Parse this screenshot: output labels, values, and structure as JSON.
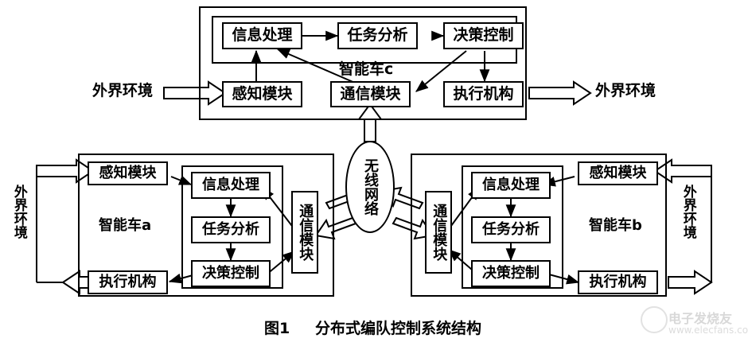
{
  "figure": {
    "caption_number": "图1",
    "caption_text": "分布式编队控制系统结构",
    "watermark": {
      "brand": "电子发烧友",
      "url": "www.elecfans.com"
    }
  },
  "labels": {
    "perception": "感知模块",
    "info_processing": "信息处理",
    "task_analysis": "任务分析",
    "decision_control": "决策控制",
    "communication": "通信模块",
    "actuator": "执行机构",
    "vehicle_a": "智能车a",
    "vehicle_b": "智能车b",
    "vehicle_c": "智能车c",
    "wireless_network": "无线网络",
    "external_env": "外界环境"
  },
  "vehicle_c": {
    "title": "智能车c",
    "nodes": {
      "info_processing": "信息处理",
      "task_analysis": "任务分析",
      "decision_control": "决策控制",
      "perception": "感知模块",
      "communication": "通信模块",
      "actuator": "执行机构"
    },
    "env_in": "外界环境",
    "env_out": "外界环境"
  },
  "vehicle_a": {
    "title": "智能车a",
    "nodes": {
      "perception": "感知模块",
      "info_processing": "信息处理",
      "task_analysis": "任务分析",
      "decision_control": "决策控制",
      "communication": "通信模块",
      "actuator": "执行机构"
    },
    "env": "外界环境"
  },
  "vehicle_b": {
    "title": "智能车b",
    "nodes": {
      "perception": "感知模块",
      "info_processing": "信息处理",
      "task_analysis": "任务分析",
      "decision_control": "决策控制",
      "communication": "通信模块",
      "actuator": "执行机构"
    },
    "env": "外界环境"
  },
  "network": {
    "label": "无线网络"
  },
  "colors": {
    "line": "#000000",
    "background": "#ffffff",
    "watermark": "#d8d8d8"
  }
}
